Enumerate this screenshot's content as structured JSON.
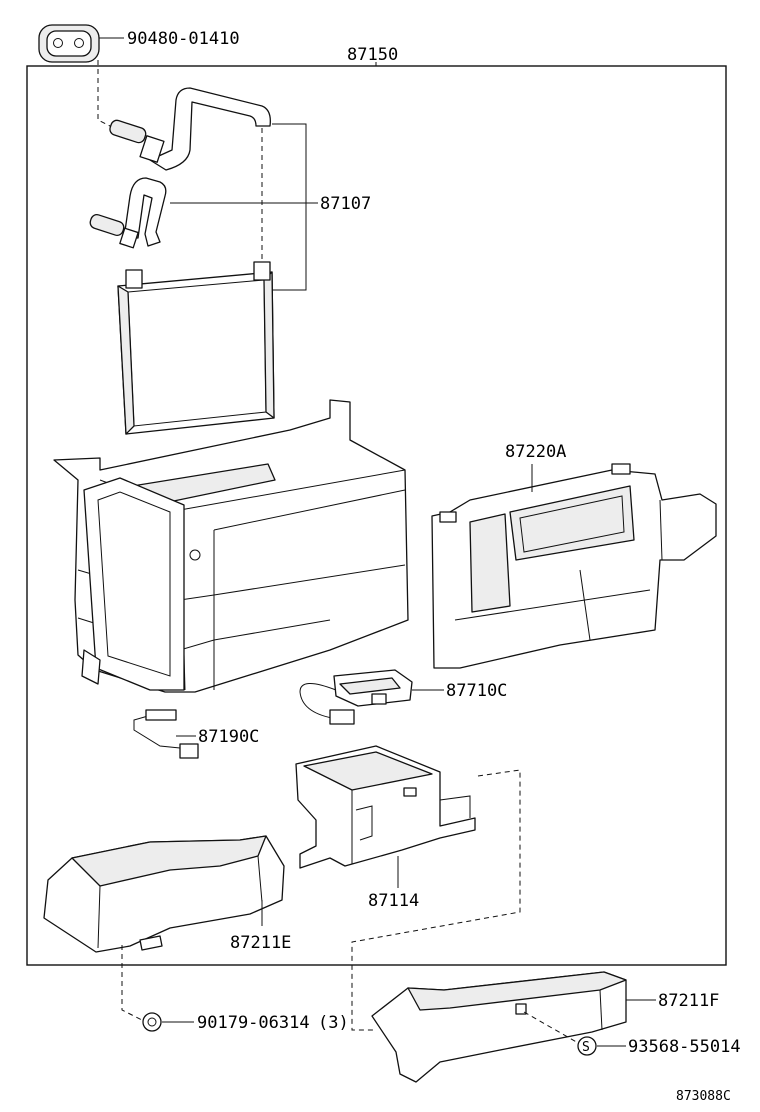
{
  "diagram": {
    "assembly_label": "87150",
    "figure_code": "873088C",
    "parts": [
      {
        "id": "gasket",
        "label": "90480-01410",
        "icon": "gasket-icon"
      },
      {
        "id": "pipes",
        "label": "87107",
        "icon": "pipe-icon"
      },
      {
        "id": "unit-case",
        "label": "87220A",
        "icon": "case-icon"
      },
      {
        "id": "servo",
        "label": "87710C",
        "icon": "servo-icon"
      },
      {
        "id": "thermistor",
        "label": "87190C",
        "icon": "sensor-icon"
      },
      {
        "id": "lower-case",
        "label": "87114",
        "icon": "case-icon"
      },
      {
        "id": "duct-e",
        "label": "87211E",
        "icon": "duct-icon"
      },
      {
        "id": "duct-f",
        "label": "87211F",
        "icon": "duct-icon"
      },
      {
        "id": "clip",
        "label": "90179-06314",
        "qty": "(3)",
        "icon": "clip-icon"
      },
      {
        "id": "screw",
        "label": "93568-55014",
        "icon": "screw-icon"
      }
    ]
  }
}
